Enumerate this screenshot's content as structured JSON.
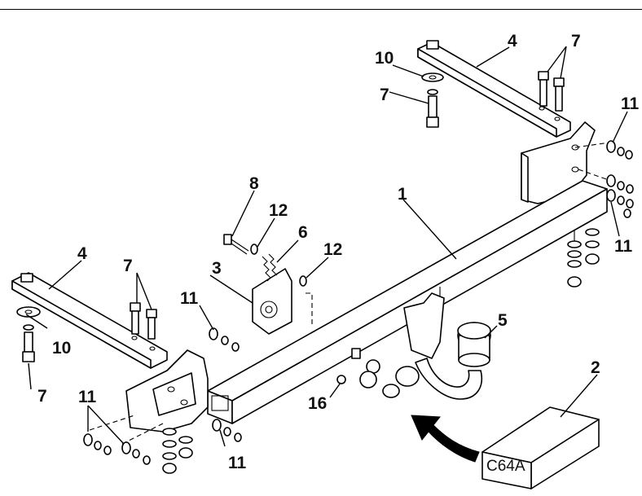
{
  "callouts": {
    "c1": "1",
    "c2": "2",
    "c3": "3",
    "c4_left": "4",
    "c4_right": "4",
    "c5": "5",
    "c6": "6",
    "c7_upper_right": "7",
    "c7_right_bolt": "7",
    "c7_left_bolts": "7",
    "c7_left_bottom": "7",
    "c8": "8",
    "c10_right": "10",
    "c10_left": "10",
    "c11_right_top": "11",
    "c11_right_bottom": "11",
    "c11_mid": "11",
    "c11_left": "11",
    "c11_bottom": "11",
    "c12_upper": "12",
    "c12_right": "12",
    "c16": "16"
  },
  "kit_box": {
    "label": "C64A"
  }
}
